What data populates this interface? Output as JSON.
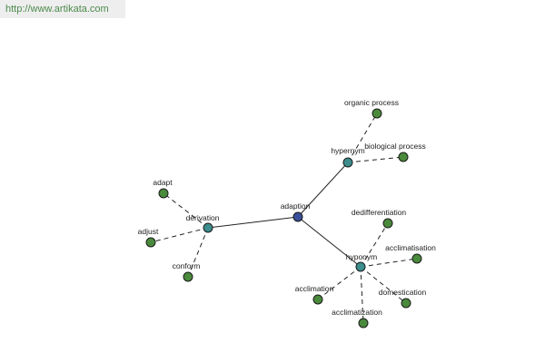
{
  "header": {
    "url": "http://www.artikata.com"
  },
  "colors": {
    "root": "#3a4f9a",
    "relation": "#3d8d8d",
    "leaf": "#4a8a3c"
  },
  "graph": {
    "nodes": [
      {
        "id": "adaption",
        "label": "adaption",
        "kind": "root"
      },
      {
        "id": "hypernym",
        "label": "hypernym",
        "kind": "relation"
      },
      {
        "id": "derivation",
        "label": "derivation",
        "kind": "relation"
      },
      {
        "id": "hyponym",
        "label": "hyponym",
        "kind": "relation"
      },
      {
        "id": "organic-process",
        "label": "organic process",
        "kind": "leaf"
      },
      {
        "id": "biological-process",
        "label": "biological process",
        "kind": "leaf"
      },
      {
        "id": "adapt",
        "label": "adapt",
        "kind": "leaf"
      },
      {
        "id": "adjust",
        "label": "adjust",
        "kind": "leaf"
      },
      {
        "id": "conform",
        "label": "conform",
        "kind": "leaf"
      },
      {
        "id": "dedifferentiation",
        "label": "dedifferentiation",
        "kind": "leaf"
      },
      {
        "id": "acclimatisation",
        "label": "acclimatisation",
        "kind": "leaf"
      },
      {
        "id": "domestication",
        "label": "domestication",
        "kind": "leaf"
      },
      {
        "id": "acclimatization",
        "label": "acclimatization",
        "kind": "leaf"
      },
      {
        "id": "acclimation",
        "label": "acclimation",
        "kind": "leaf"
      }
    ],
    "edges": [
      {
        "from": "adaption",
        "to": "hypernym",
        "style": "solid"
      },
      {
        "from": "adaption",
        "to": "derivation",
        "style": "solid"
      },
      {
        "from": "adaption",
        "to": "hyponym",
        "style": "solid"
      },
      {
        "from": "hypernym",
        "to": "organic-process",
        "style": "dashed"
      },
      {
        "from": "hypernym",
        "to": "biological-process",
        "style": "dashed"
      },
      {
        "from": "derivation",
        "to": "adapt",
        "style": "dashed"
      },
      {
        "from": "derivation",
        "to": "adjust",
        "style": "dashed"
      },
      {
        "from": "derivation",
        "to": "conform",
        "style": "dashed"
      },
      {
        "from": "hyponym",
        "to": "dedifferentiation",
        "style": "dashed"
      },
      {
        "from": "hyponym",
        "to": "acclimatisation",
        "style": "dashed"
      },
      {
        "from": "hyponym",
        "to": "domestication",
        "style": "dashed"
      },
      {
        "from": "hyponym",
        "to": "acclimatization",
        "style": "dashed"
      },
      {
        "from": "hyponym",
        "to": "acclimation",
        "style": "dashed"
      }
    ]
  }
}
